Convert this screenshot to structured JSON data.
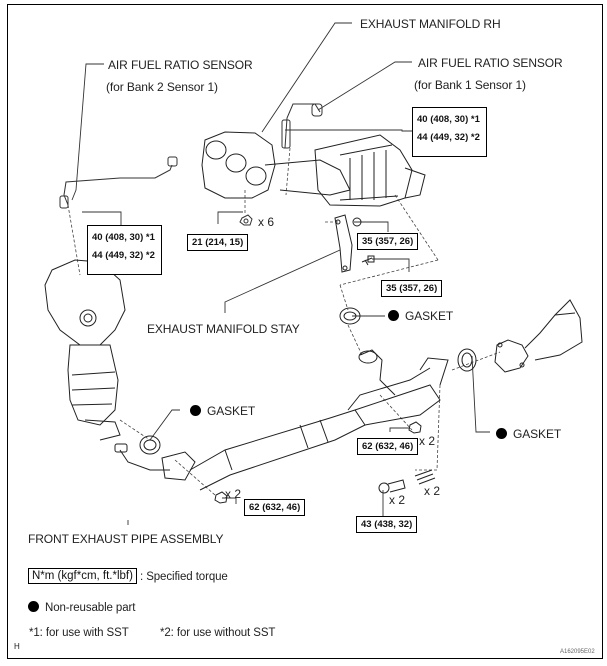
{
  "labels": {
    "af_sensor_bank2_title": "AIR FUEL RATIO SENSOR",
    "af_sensor_bank2_sub": "(for Bank 2 Sensor 1)",
    "exhaust_manifold_rh": "EXHAUST MANIFOLD RH",
    "af_sensor_bank1_title": "AIR FUEL RATIO SENSOR",
    "af_sensor_bank1_sub": "(for Bank 1 Sensor 1)",
    "exhaust_manifold_stay": "EXHAUST MANIFOLD STAY",
    "gasket_upper": "GASKET",
    "gasket_left": "GASKET",
    "gasket_right": "GASKET",
    "front_exhaust_pipe": "FRONT EXHAUST PIPE ASSEMBLY"
  },
  "torque_boxes": {
    "bank1_sensor": [
      "40 (408, 30) *1",
      "44 (449, 32) *2"
    ],
    "bank2_sensor": [
      "40 (408, 30) *1",
      "44 (449, 32) *2"
    ],
    "manifold_nut": "21 (214, 15)",
    "stay_upper": "35 (357, 26)",
    "stay_lower": "35 (357, 26)",
    "pipe_nut_left": "62 (632, 46)",
    "pipe_nut_right": "62 (632, 46)",
    "pipe_bolt": "43 (438, 32)"
  },
  "quantities": {
    "manifold_nut": "x 6",
    "pipe_nut_left": "x 2",
    "pipe_nut_right": "x 2",
    "spring": "x 2",
    "bolt": "x 2"
  },
  "legend": {
    "torque_unit": "N*m (kgf*cm, ft.*lbf)",
    "torque_desc": ": Specified torque",
    "non_reusable": "Non-reusable part",
    "note1": "*1: for use with SST",
    "note2": "*2: for use without SST"
  },
  "corner_mark": "H",
  "figure_id": "A162095E02"
}
